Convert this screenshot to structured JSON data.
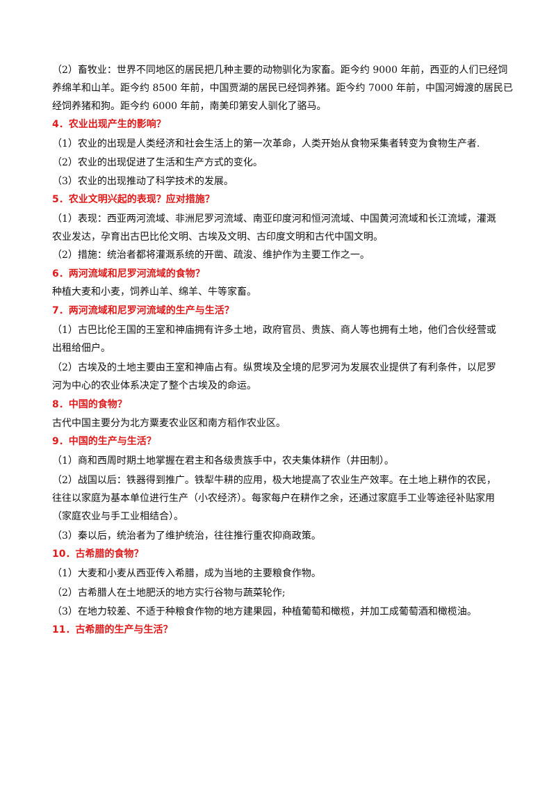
{
  "lines": [
    {
      "kind": "text",
      "text": "（2）畜牧业：世界不同地区的居民把几种主要的动物驯化为家畜。距今约 9000 年前，西亚的人们已经饲"
    },
    {
      "kind": "text",
      "text": "养绵羊和山羊。距今约 8500 年前，中国贾湖的居民已经饲养猪。距今约 7000 年前，中国河姆渡的居民已"
    },
    {
      "kind": "text",
      "text": "经饲养猪和狗。距今约 6000 年前，南美印第安人驯化了骆马。"
    },
    {
      "kind": "heading",
      "text": "4．农业出现产生的影响？"
    },
    {
      "kind": "text",
      "text": "（1）农业的出现是人类经济和社会生活上的第一次革命，人类开始从食物采集者转变为食物生产者."
    },
    {
      "kind": "text",
      "text": "（2）农业的出现促进了生活和生产方式的变化。"
    },
    {
      "kind": "text",
      "text": "（3）农业的出现推动了科学技术的发展。"
    },
    {
      "kind": "heading",
      "text": "5．农业文明兴起的表现？应对措施？"
    },
    {
      "kind": "text",
      "text": "（1）表现：西亚两河流域、非洲尼罗河流域、南亚印度河和恒河流域、中国黄河流域和长江流域，灌溉"
    },
    {
      "kind": "text",
      "text": "农业发达，孕育出古巴比伦文明、古埃及文明、古印度文明和古代中国文明。"
    },
    {
      "kind": "text",
      "text": "（2）措施：统治者都将灌溉系统的开凿、疏浚、维护作为主要工作之一。"
    },
    {
      "kind": "heading",
      "text": "6．两河流域和尼罗河流域的食物？"
    },
    {
      "kind": "text",
      "text": "种植大麦和小麦，饲养山羊、绵羊、牛等家畜。"
    },
    {
      "kind": "heading",
      "text": "7．两河流域和尼罗河流域的生产与生活？"
    },
    {
      "kind": "text",
      "text": "（1）古巴比伦王国的王室和神庙拥有许多土地，政府官员、贵族、商人等也拥有土地，他们合伙经营或"
    },
    {
      "kind": "text",
      "text": "出租给佃户。"
    },
    {
      "kind": "text",
      "text": "（2）古埃及的土地主要由王室和神庙占有。纵贯埃及全境的尼罗河为发展农业提供了有利条件，以尼罗"
    },
    {
      "kind": "text",
      "text": "河为中心的农业体系决定了整个古埃及的命运。"
    },
    {
      "kind": "heading",
      "text": "8．中国的食物？"
    },
    {
      "kind": "text",
      "text": "古代中国主要分为北方粟麦农业区和南方稻作农业区。"
    },
    {
      "kind": "heading",
      "text": "9．中国的生产与生活？"
    },
    {
      "kind": "text",
      "text": "（1）商和西周时期土地掌握在君主和各级贵族手中，农夫集体耕作（井田制）。"
    },
    {
      "kind": "text",
      "text": "（2）战国以后：铁器得到推广。铁犁牛耕的应用，极大地提高了农业生产效率。在土地上耕作的农民，"
    },
    {
      "kind": "text",
      "text": "往往以家庭为基本单位进行生产（小农经济）。每家每户在耕作之余，还通过家庭手工业等途径补贴家用"
    },
    {
      "kind": "text",
      "text": "（家庭农业与手工业相结合）。"
    },
    {
      "kind": "text",
      "text": "（3）秦以后，统治者为了维护统治，往往推行重农抑商政策。"
    },
    {
      "kind": "heading",
      "text": "10．古希腊的食物？"
    },
    {
      "kind": "text",
      "text": "（1）大麦和小麦从西亚传入希腊，成为当地的主要粮食作物。"
    },
    {
      "kind": "text",
      "text": "（2）古希腊人在土地肥沃的地方实行谷物与蔬菜轮作;"
    },
    {
      "kind": "text",
      "text": "（3）在地力较差、不适于种粮食作物的地方建果园，种植葡萄和橄榄，并加工成葡萄酒和橄榄油。"
    },
    {
      "kind": "heading",
      "text": "11．古希腊的生产与生活？"
    }
  ]
}
